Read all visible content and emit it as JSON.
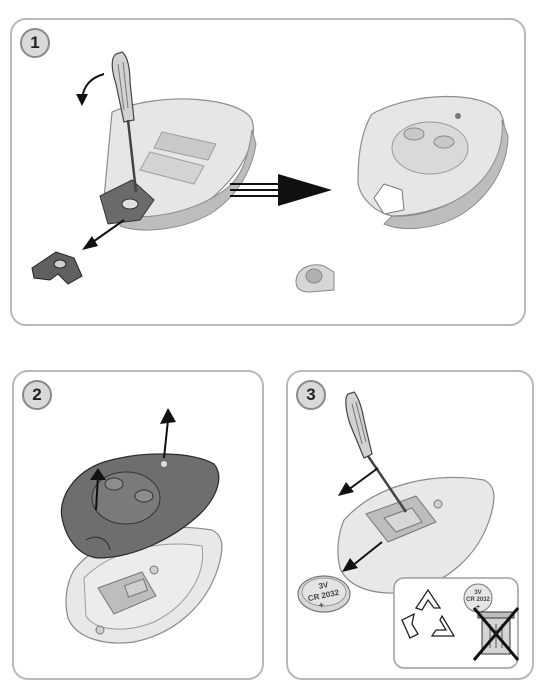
{
  "steps": [
    {
      "number": "1"
    },
    {
      "number": "2"
    },
    {
      "number": "3"
    }
  ],
  "battery": {
    "voltage": "3V",
    "model": "CR 2032",
    "polarity": "+"
  },
  "icons": [
    "screwdriver-icon",
    "recycle-icon",
    "crossed-bin-icon",
    "arrow-icon"
  ],
  "colors": {
    "panel_border": "#b9b9b9",
    "badge_fill": "#d9d9d9",
    "device_body": "#e4e4e4",
    "device_shadow": "#b5b5b5",
    "cover_dark": "#6a6a6a",
    "screwdriver_handle": "#cfcfcf",
    "arrow": "#111111"
  }
}
